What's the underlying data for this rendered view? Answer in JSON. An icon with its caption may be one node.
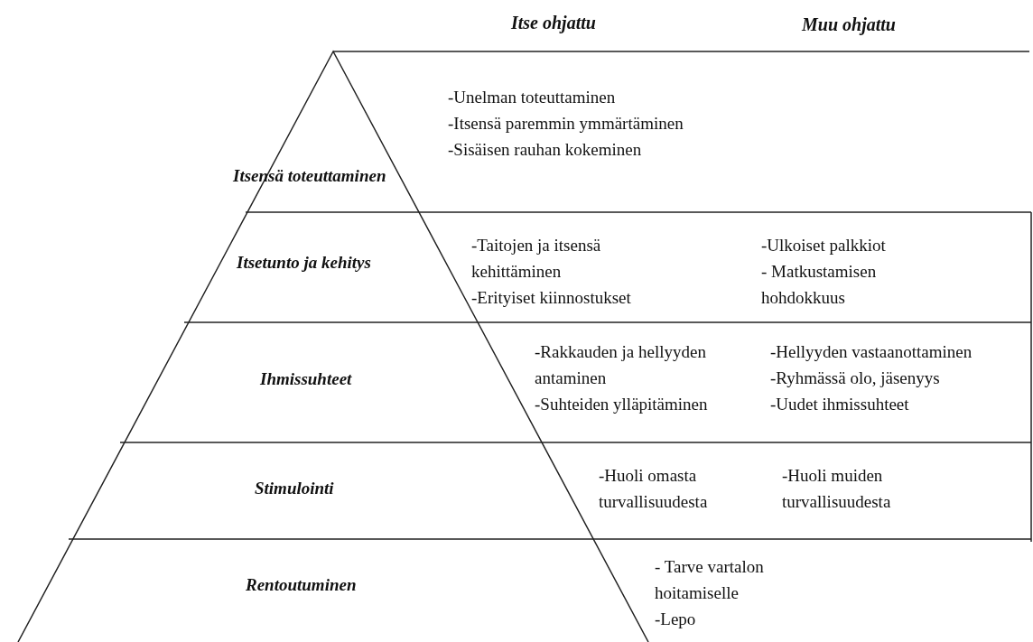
{
  "diagram": {
    "nodes": [
      {
        "text": [
          "Itsensä toteuttaminen"
        ]
      },
      {
        "text": [
          "-Unelman toteuttaminen",
          "-Itsensä paremmin ymmärtäminen",
          "-Sisäisen rauhan kokeminen"
        ],
        "in": 0
      },
      {
        "text": [
          "Itsetunto ja kehitys"
        ]
      },
      {
        "text": [
          "-Taitojen ja itsensä kehittäminen",
          "-Erityiset kiinnostukset"
        ],
        "in": 2
      },
      {
        "text": [
          "-Ulkoiset palkkiot",
          "- Matkustamisen hohdokkuus"
        ],
        "in": 2
      },
      {
        "text": [
          "Ihmissuhteet"
        ]
      },
      {
        "text": [
          "-Rakkauden ja hellyyden antaminen",
          "-Suhteiden ylläpitäminen"
        ],
        "in": 5
      },
      {
        "text": [
          "-Hellyyden vastaanottaminen",
          "-Ryhmässä olo, jäsenyys",
          "-Uudet ihmissuhteet"
        ],
        "in": 5
      },
      {
        "text": [
          "Stimulointi"
        ]
      },
      {
        "text": [
          "-Huoli omasta turvallisuudesta"
        ],
        "in": 8
      },
      {
        "text": [
          "-Huoli muiden turvallisuudesta"
        ],
        "in": 8
      },
      {
        "text": [
          "Rentoutuminen"
        ]
      },
      {
        "text": [
          "- Tarve vartalon hoitamiselle",
          "-Lepo"
        ],
        "in": 11
      }
    ],
    "labels": [
      "Itse ohjattu",
      "Muu ohjattu"
    ]
  }
}
